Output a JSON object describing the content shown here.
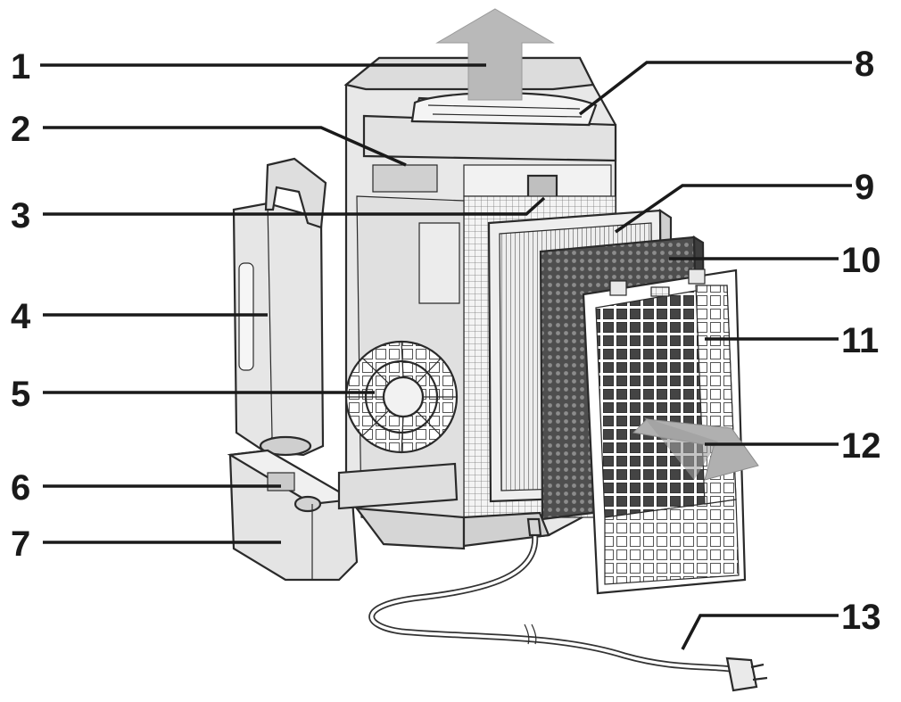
{
  "labels": {
    "l1": "1",
    "l2": "2",
    "l3": "3",
    "l4": "4",
    "l5": "5",
    "l6": "6",
    "l7": "7",
    "l8": "8",
    "l9": "9",
    "l10": "10",
    "l11": "11",
    "l12": "12",
    "l13": "13"
  },
  "colors": {
    "body": "#e8e8e8",
    "body_shade": "#d6d6d6",
    "arrow": "#b9b9b9",
    "dark_filter": "#5a5a5a",
    "ink": "#1a1a1a"
  }
}
